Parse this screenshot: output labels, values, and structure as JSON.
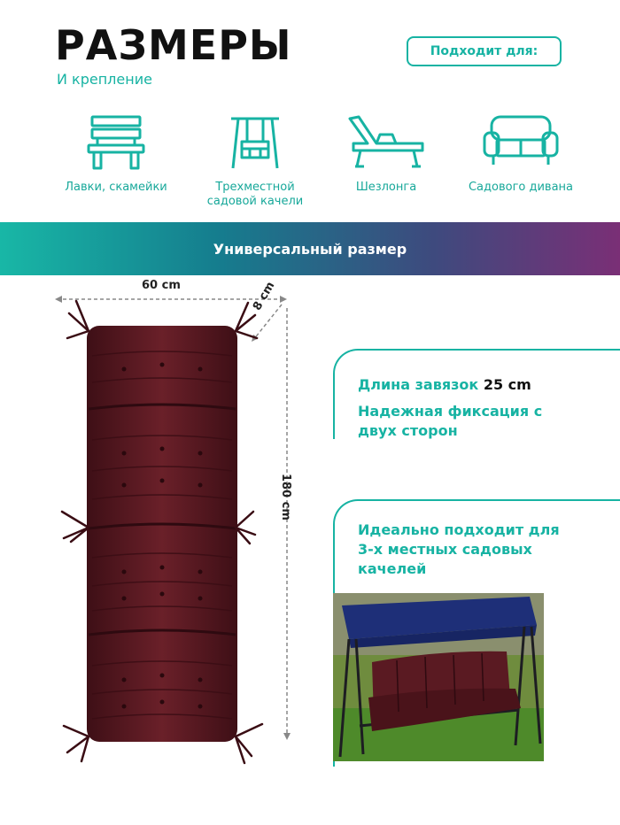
{
  "header": {
    "title": "РАЗМЕРЫ",
    "subtitle": "И крепление",
    "fits_label": "Подходит для:"
  },
  "uses": [
    {
      "label": "Лавки, скамейки",
      "icon": "bench-icon"
    },
    {
      "label": "Трехместной садовой качели",
      "icon": "garden-swing-icon"
    },
    {
      "label": "Шезлонга",
      "icon": "lounger-icon"
    },
    {
      "label": "Садового дивана",
      "icon": "sofa-icon"
    }
  ],
  "banner": {
    "text": "Универсальный размер"
  },
  "dimensions": {
    "width": "60 cm",
    "thickness": "8 cm",
    "length": "180 cm"
  },
  "features": {
    "ties_prefix": "Длина завязок",
    "ties_value": "25 cm",
    "fixation": "Надежная фиксация с двух сторон",
    "fit_text": "Идеально подходит для 3-х местных садовых качелей"
  },
  "colors": {
    "accent": "#17b3a3",
    "cushion": "#5a1a22",
    "banner_start": "#18b7a6",
    "banner_end": "#7a2f76"
  }
}
